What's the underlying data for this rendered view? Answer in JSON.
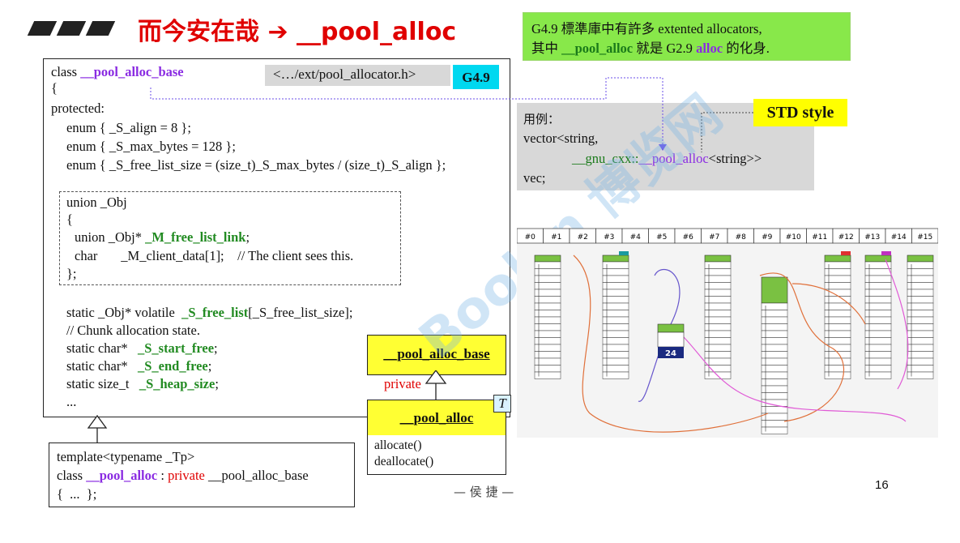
{
  "title": {
    "text": "而今安在哉 ➔ __pool_alloc"
  },
  "note": {
    "line1": "G4.9 標準庫中有許多 extented allocators,",
    "line2_pre": "其中 ",
    "line2_name": "__pool_alloc",
    "line2_mid": " 就是 G2.9 ",
    "line2_alloc": "alloc",
    "line2_post": " 的化身."
  },
  "header_tag": "<…/ext/pool_allocator.h>",
  "version_tag": "G4.9",
  "code": {
    "class_kw": "class ",
    "class_name": "__pool_alloc_base",
    "brace_open": "{",
    "protected": "protected:",
    "enum1": "enum { _S_align = 8 };",
    "enum2": "enum { _S_max_bytes = 128 };",
    "enum3": "enum { _S_free_list_size = (size_t)_S_max_bytes / (size_t)_S_align };",
    "union_head": "union _Obj",
    "union_open": "{",
    "union_l1_pre": "union _Obj* ",
    "union_l1_name": "_M_free_list_link",
    "union_l1_post": ";",
    "union_l2": "char       _M_client_data[1];    // The client sees this.",
    "union_close": "};",
    "static1_pre": "static _Obj* volatile  ",
    "static1_name": "_S_free_list",
    "static1_post": "[_S_free_list_size];",
    "comment": "// Chunk allocation state.",
    "static2_pre": "static char*   ",
    "static2_name": "_S_start_free",
    "static3_pre": "static char*   ",
    "static3_name": "_S_end_free",
    "static4_pre": "static size_t   ",
    "static4_name": "_S_heap_size",
    "semi": ";",
    "ellipsis": "..."
  },
  "usage": {
    "label": "用例：",
    "line1": "vector<string,",
    "line2_ns": "__gnu_cxx::",
    "line2_name": "__pool_alloc",
    "line2_post": "<string>>",
    "line3": "vec;"
  },
  "std_tag": "STD style",
  "uml": {
    "base": "__pool_alloc_base",
    "relation": "private",
    "derived": "__pool_alloc",
    "template_param": "T",
    "op1": "allocate()",
    "op2": "deallocate()"
  },
  "template": {
    "line1": "template<typename _Tp>",
    "line2_kw": "class ",
    "line2_name": "__pool_alloc",
    "line2_colon": " : ",
    "line2_private": "private",
    "line2_base": " __pool_alloc_base",
    "line3": "{  ...  };"
  },
  "diagram": {
    "slots": [
      "#0",
      "#1",
      "#2",
      "#3",
      "#4",
      "#5",
      "#6",
      "#7",
      "#8",
      "#9",
      "#10",
      "#11",
      "#12",
      "#13",
      "#14",
      "#15"
    ],
    "block_value": "24"
  },
  "watermark": "Boolan 博览网",
  "author": "— 侯 捷 —",
  "page_number": "16"
}
